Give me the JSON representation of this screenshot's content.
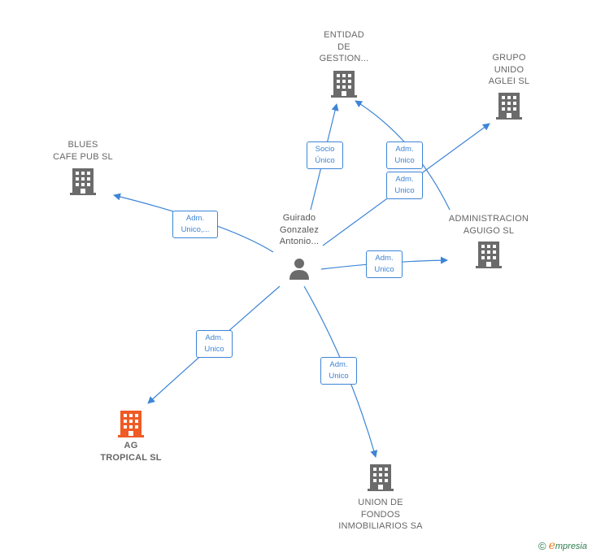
{
  "nodes": {
    "person": {
      "label": "Guirado\nGonzalez\nAntonio..."
    },
    "entidad": {
      "label": "ENTIDAD\nDE\nGESTION..."
    },
    "grupo": {
      "label": "GRUPO\nUNIDO\nAGLEI  SL"
    },
    "blues": {
      "label": "BLUES\nCAFE PUB  SL"
    },
    "administracion": {
      "label": "ADMINISTRACION\nAGUIGO  SL"
    },
    "ag": {
      "label": "AG\nTROPICAL  SL"
    },
    "union": {
      "label": "UNION DE\nFONDOS\nINMOBILIARIOS SA"
    }
  },
  "edges": {
    "blues": "Adm.\nUnico,...",
    "entidad": "Socio\nÚnico",
    "grupo_top": "Adm.\nUnico",
    "grupo_bottom": "Adm.\nUnico",
    "administracion": "Adm.\nUnico",
    "ag": "Adm.\nUnico",
    "union": "Adm.\nUnico"
  },
  "colors": {
    "edge": "#3d85d6",
    "building": "#6b6b6b",
    "building_highlight": "#f05a24",
    "person": "#6b6b6b"
  },
  "watermark": {
    "copyright": "©",
    "brand_initial": "e",
    "brand_rest": "mpresia"
  }
}
